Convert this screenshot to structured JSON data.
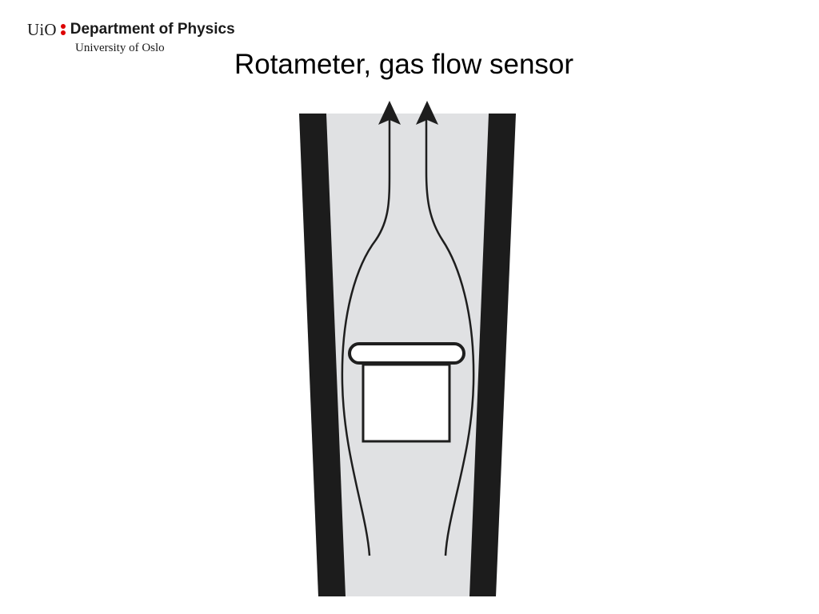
{
  "header": {
    "logo_abbr": "UiO",
    "department": "Department of Physics",
    "university": "University of Oslo"
  },
  "slide": {
    "title": "Rotameter, gas flow sensor"
  },
  "colors": {
    "tube_fill": "#e0e1e3",
    "tube_wall": "#1c1c1c",
    "float_fill": "#ffffff",
    "stroke": "#1e1e1e",
    "logo_accent": "#dd0000"
  }
}
